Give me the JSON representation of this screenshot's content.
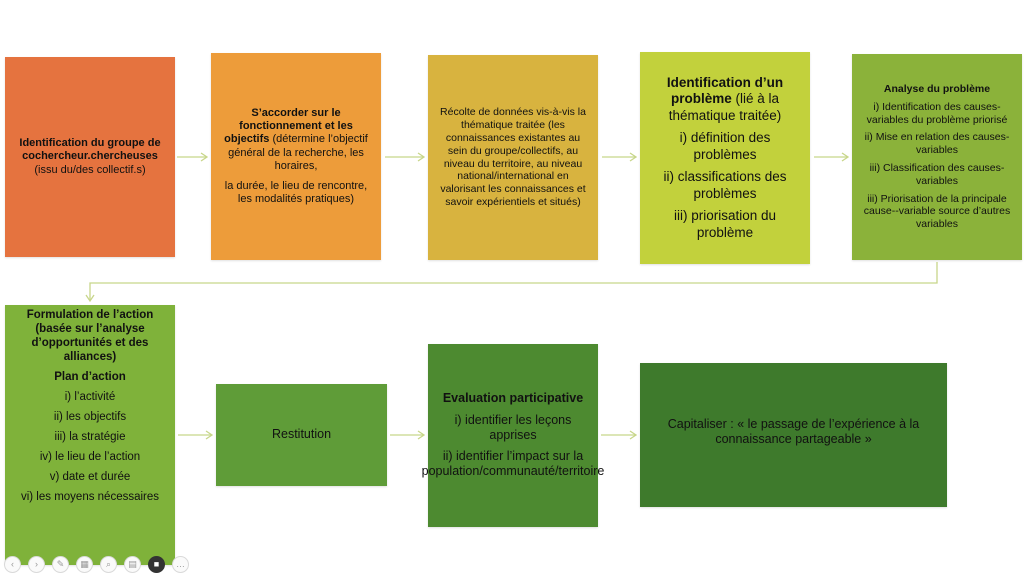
{
  "colors": {
    "b1": "#e5733f",
    "b2": "#ed9c3a",
    "b3": "#d8b33f",
    "b4": "#c2d13c",
    "b5": "#8bb23a",
    "b6": "#7fb23a",
    "b7": "#5f9c38",
    "b8": "#4d8a30",
    "b9": "#3e7a2c",
    "arrow": "#c8d68a"
  },
  "boxes": {
    "b1": {
      "title": "Identification du groupe de cochercheur.chercheuses",
      "text": "(issu du/des collectif.s)"
    },
    "b2": {
      "title": "S’accorder sur le fonctionnement et les objectifs",
      "text1": " (détermine l’objectif général de la recherche, les horaires,",
      "text2": "la durée, le lieu de rencontre, les modalités pratiques)"
    },
    "b3": {
      "text": "Récolte de données vis-à-vis la thématique traitée (les connaissances existantes au sein du groupe/collectifs, au niveau du territoire, au niveau national/international en valorisant les connaissances et savoir expérientiels et situés)"
    },
    "b4": {
      "title": "Identification d’un problème",
      "title_rest": " (lié à la thématique traitée)",
      "items": [
        "i) définition des problèmes",
        "ii) classifications des problèmes",
        "iii) priorisation du problème"
      ]
    },
    "b5": {
      "title": "Analyse du problème",
      "items": [
        "i) Identification des causes-variables du problème priorisé",
        "ii) Mise en relation des causes-variables",
        "iii) Classification des causes-variables",
        "iii) Priorisation de la principale cause--variable source d’autres variables"
      ]
    },
    "b6": {
      "title": "Formulation de l’action (basée sur l’analyse d’opportunités et des alliances)",
      "subtitle": "Plan d’action",
      "items": [
        "i) l’activité",
        "ii) les objectifs",
        "iii) la stratégie",
        "iv) le lieu de l’action",
        "v) date et durée",
        "vi) les moyens nécessaires"
      ]
    },
    "b7": {
      "text": "Restitution"
    },
    "b8": {
      "title": "Evaluation participative",
      "items": [
        "i) identifier les leçons apprises",
        "ii) identifier l’impact sur la population/communauté/territoire"
      ]
    },
    "b9": {
      "text": "Capitaliser : « le passage de l’expérience à la connaissance partageable »"
    }
  },
  "toolbar": {
    "icons": [
      "prev-icon",
      "next-icon",
      "pen-icon",
      "slides-icon",
      "zoom-icon",
      "subtitles-icon",
      "camera-icon",
      "more-icon"
    ],
    "glyphs": [
      "‹",
      "›",
      "✎",
      "▦",
      "⌕",
      "▤",
      "■",
      "…"
    ],
    "active_index": 6
  }
}
